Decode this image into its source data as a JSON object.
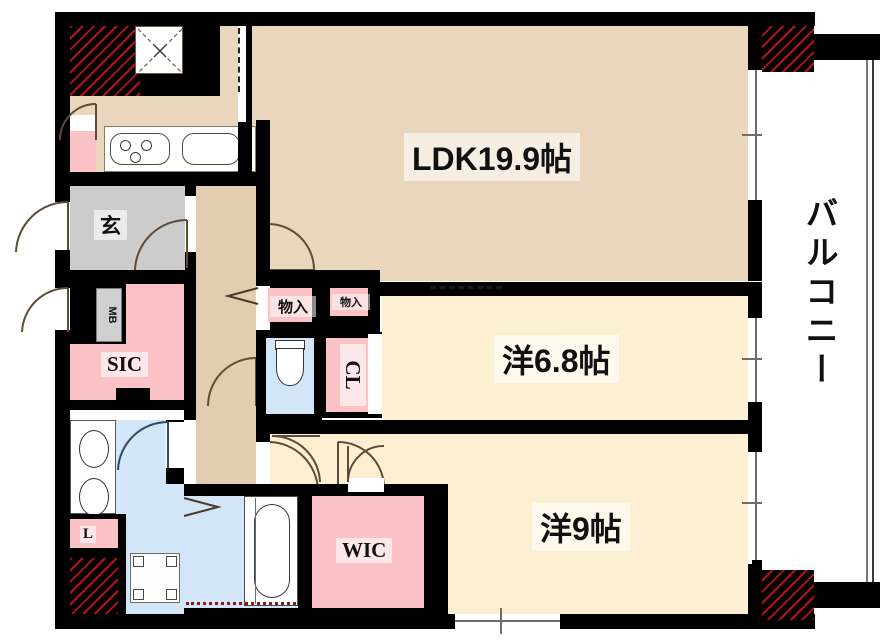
{
  "plan": {
    "type": "japanese-floor-plan",
    "title": "",
    "unit": "帖",
    "colors": {
      "wall": "#000000",
      "ldk_floor": "#e9d6bd",
      "room_floor": "#fdf0d2",
      "hall_floor": "#e2cdb0",
      "genkan_floor": "#cccccc",
      "storage_fill": "#fbc3c5",
      "water_area": "#d3e6f8",
      "pillar_hatch": "#be141e",
      "text": "#111111"
    }
  },
  "rooms": [
    {
      "id": "ldk",
      "label": "LDK19.9帖",
      "name": "LDK",
      "size": "19.9",
      "unit": "帖"
    },
    {
      "id": "washitsu1",
      "label": "洋6.8帖",
      "name": "洋室",
      "size": "6.8",
      "unit": "帖"
    },
    {
      "id": "washitsu2",
      "label": "洋9帖",
      "name": "洋室",
      "size": "9",
      "unit": "帖"
    },
    {
      "id": "balcony",
      "label": "バルコニー",
      "name": "バルコニー",
      "size": "",
      "unit": ""
    },
    {
      "id": "genkan",
      "label": "玄",
      "name": "玄関",
      "size": "",
      "unit": ""
    }
  ],
  "storages": [
    {
      "id": "sic",
      "label": "SIC",
      "name": "シューズインクローゼット"
    },
    {
      "id": "mb",
      "label": "MB",
      "name": "メーターボックス"
    },
    {
      "id": "mono-1",
      "label": "物入",
      "name": "物入"
    },
    {
      "id": "mono-2",
      "label": "物入",
      "name": "物入"
    },
    {
      "id": "cl",
      "label": "CL",
      "name": "クローゼット"
    },
    {
      "id": "wic",
      "label": "WIC",
      "name": "ウォークインクローゼット"
    },
    {
      "id": "linen",
      "label": "L",
      "name": "リネン庫"
    }
  ],
  "fixtures": [
    {
      "id": "kitchen-sink",
      "name": "システムキッチン"
    },
    {
      "id": "gas-stove",
      "name": "3口コンロ"
    },
    {
      "id": "toilet",
      "name": "トイレ"
    },
    {
      "id": "bathtub",
      "name": "浴槽"
    },
    {
      "id": "vanity",
      "name": "洗面台"
    },
    {
      "id": "washer-pan",
      "name": "洗濯機置場"
    },
    {
      "id": "ceiling-vent",
      "name": "点検口"
    }
  ]
}
